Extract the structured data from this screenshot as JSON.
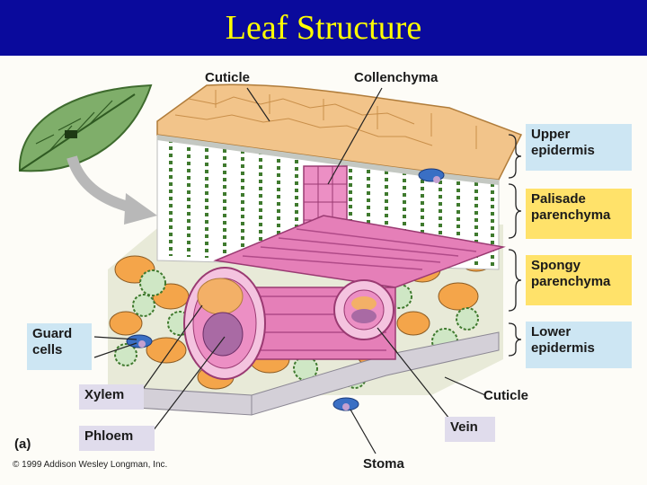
{
  "title": "Leaf Structure",
  "part_label": "(a)",
  "copyright": "© 1999 Addison Wesley Longman, Inc.",
  "labels": {
    "cuticle_top": "Cuticle",
    "collenchyma": "Collenchyma",
    "upper_epidermis": "Upper epidermis",
    "palisade": "Palisade parenchyma",
    "spongy": "Spongy parenchyma",
    "lower_epidermis": "Lower epidermis",
    "guard_cells": "Guard cells",
    "xylem": "Xylem",
    "phloem": "Phloem",
    "cuticle_bottom": "Cuticle",
    "vein": "Vein",
    "stoma": "Stoma"
  },
  "colors": {
    "title_bg": "#0a0a9c",
    "title_text": "#ffff00",
    "box_blue": "#cde6f3",
    "box_yellow": "#ffe26a",
    "box_purple": "#e0dcec",
    "vein_pink": "#e57fb8",
    "cuticle_tan": "#f2c48a",
    "chloroplast_green": "#4e8a3a"
  }
}
